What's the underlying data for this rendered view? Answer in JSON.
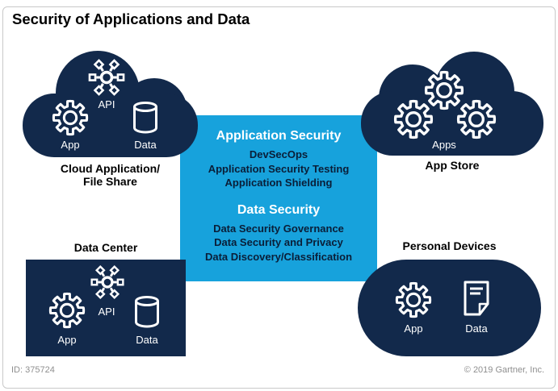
{
  "title": "Security of Applications and Data",
  "colors": {
    "navy": "#12294B",
    "cyan": "#17A2DC",
    "panel_item_text": "#0A1E38"
  },
  "center_panel": {
    "app_heading": "Application Security",
    "app_items": [
      "DevSecOps",
      "Application Security Testing",
      "Application Shielding"
    ],
    "data_heading": "Data Security",
    "data_items": [
      "Data Security Governance",
      "Data Security and Privacy",
      "Data Discovery/Classification"
    ]
  },
  "nodes": {
    "cloud_app": {
      "caption_line1": "Cloud Application/",
      "caption_line2": "File Share",
      "app": "App",
      "api": "API",
      "data": "Data"
    },
    "app_store": {
      "caption": "App Store",
      "apps": "Apps"
    },
    "data_center": {
      "caption": "Data Center",
      "app": "App",
      "api": "API",
      "data": "Data"
    },
    "personal_devices": {
      "caption": "Personal Devices",
      "app": "App",
      "data": "Data"
    }
  },
  "icons": {
    "gear": "gear-icon",
    "api_hub": "api-hub-icon",
    "database": "database-cylinder-icon",
    "document": "document-icon",
    "cloud": "cloud-shape"
  },
  "footer": {
    "id": "ID: 375724",
    "copyright": "© 2019 Gartner, Inc."
  }
}
